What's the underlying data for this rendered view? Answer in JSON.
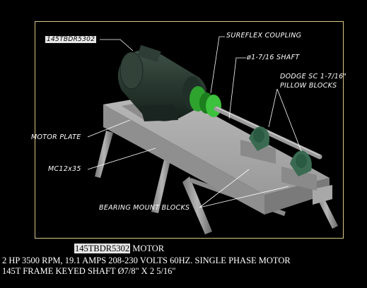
{
  "drawing": {
    "model_tag": "145TBDR5302",
    "labels": {
      "coupling": "SUREFLEX COUPLING",
      "shaft": "ø1-7/16 SHAFT",
      "pillow_line1": "DODGE SC 1-7/16\"",
      "pillow_line2": "PILLOW BLOCKS",
      "motor_plate": "MOTOR PLATE",
      "channel": "MC12x35",
      "bearing_mount": "BEARING MOUNT BLOCKS"
    }
  },
  "caption": {
    "tag": "145TBDR5302",
    "title_suffix": " MOTOR",
    "line2": "2 HP 3500 RPM, 19.1 AMPS 208-230 VOLTS 60HZ. SINGLE PHASE MOTOR",
    "line3": "145T FRAME KEYED SHAFT Ø7/8\" X 2 5/16\""
  },
  "colors": {
    "background": "#000000",
    "frame": "#d8c88a",
    "motor": "#2b3a33",
    "coupling": "#3cb83c",
    "steel": "#9a9a9a"
  }
}
